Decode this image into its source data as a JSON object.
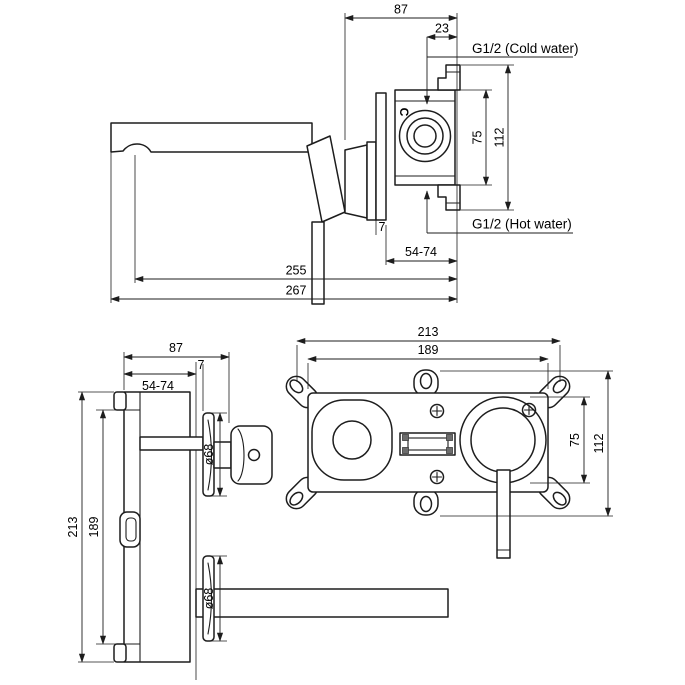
{
  "style": {
    "background": "#ffffff",
    "line_color": "#1d1d1d"
  },
  "top_view": {
    "dim_87": "87",
    "dim_23": "23",
    "cold_label": "G1/2 (Cold water)",
    "hot_label": "G1/2 (Hot water)",
    "dim_75": "75",
    "dim_112": "112",
    "cartridge_mark": "C",
    "dim_7": "7",
    "dim_54_74": "54-74",
    "dim_255": "255",
    "dim_267": "267"
  },
  "side_view": {
    "dim_87": "87",
    "dim_7": "7",
    "dim_54_74": "54-74",
    "dim_213": "213",
    "dim_189": "189",
    "dia_handle": "ø68",
    "dia_spout": "ø68"
  },
  "front_view": {
    "dim_213": "213",
    "dim_189": "189",
    "dim_75": "75",
    "dim_112": "112"
  }
}
